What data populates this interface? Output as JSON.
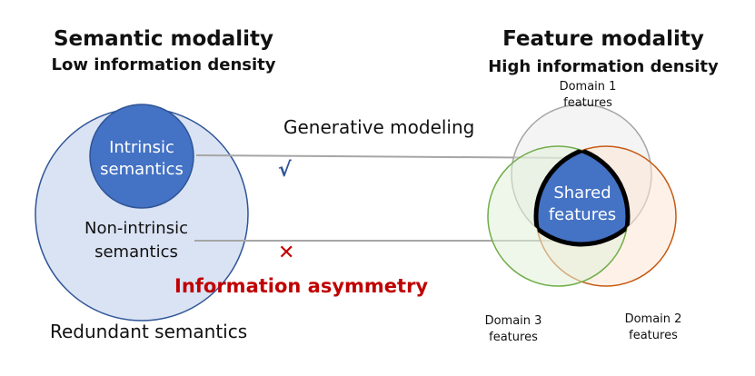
{
  "left": {
    "title": "Semantic modality",
    "subtitle": "Low information density",
    "intrinsic": [
      "Intrinsic",
      "semantics"
    ],
    "non_intrinsic": [
      "Non-intrinsic",
      "semantics"
    ],
    "outer_label": "Redundant semantics"
  },
  "right": {
    "title": "Feature modality",
    "subtitle": "High information density",
    "domain1": [
      "Domain 1",
      "features"
    ],
    "domain2": [
      "Domain 2",
      "features"
    ],
    "domain3": [
      "Domain 3",
      "features"
    ],
    "shared": [
      "Shared",
      "features"
    ]
  },
  "middle": {
    "generative_label": "Generative modeling",
    "check_mark": "√",
    "cross_mark": "✕",
    "asymmetry_label": "Information asymmetry"
  },
  "colors": {
    "outer_fill": "#dae3f3",
    "outer_stroke": "#2f5597",
    "intrinsic_fill": "#4472c4",
    "domain1_stroke": "#a6a6a6",
    "domain2_stroke": "#c55a11",
    "domain3_stroke": "#70ad47",
    "shared_fill": "#4472c4",
    "arrow": "#a6a6a6",
    "accent_red": "#c00000",
    "check_blue": "#2f5597"
  }
}
